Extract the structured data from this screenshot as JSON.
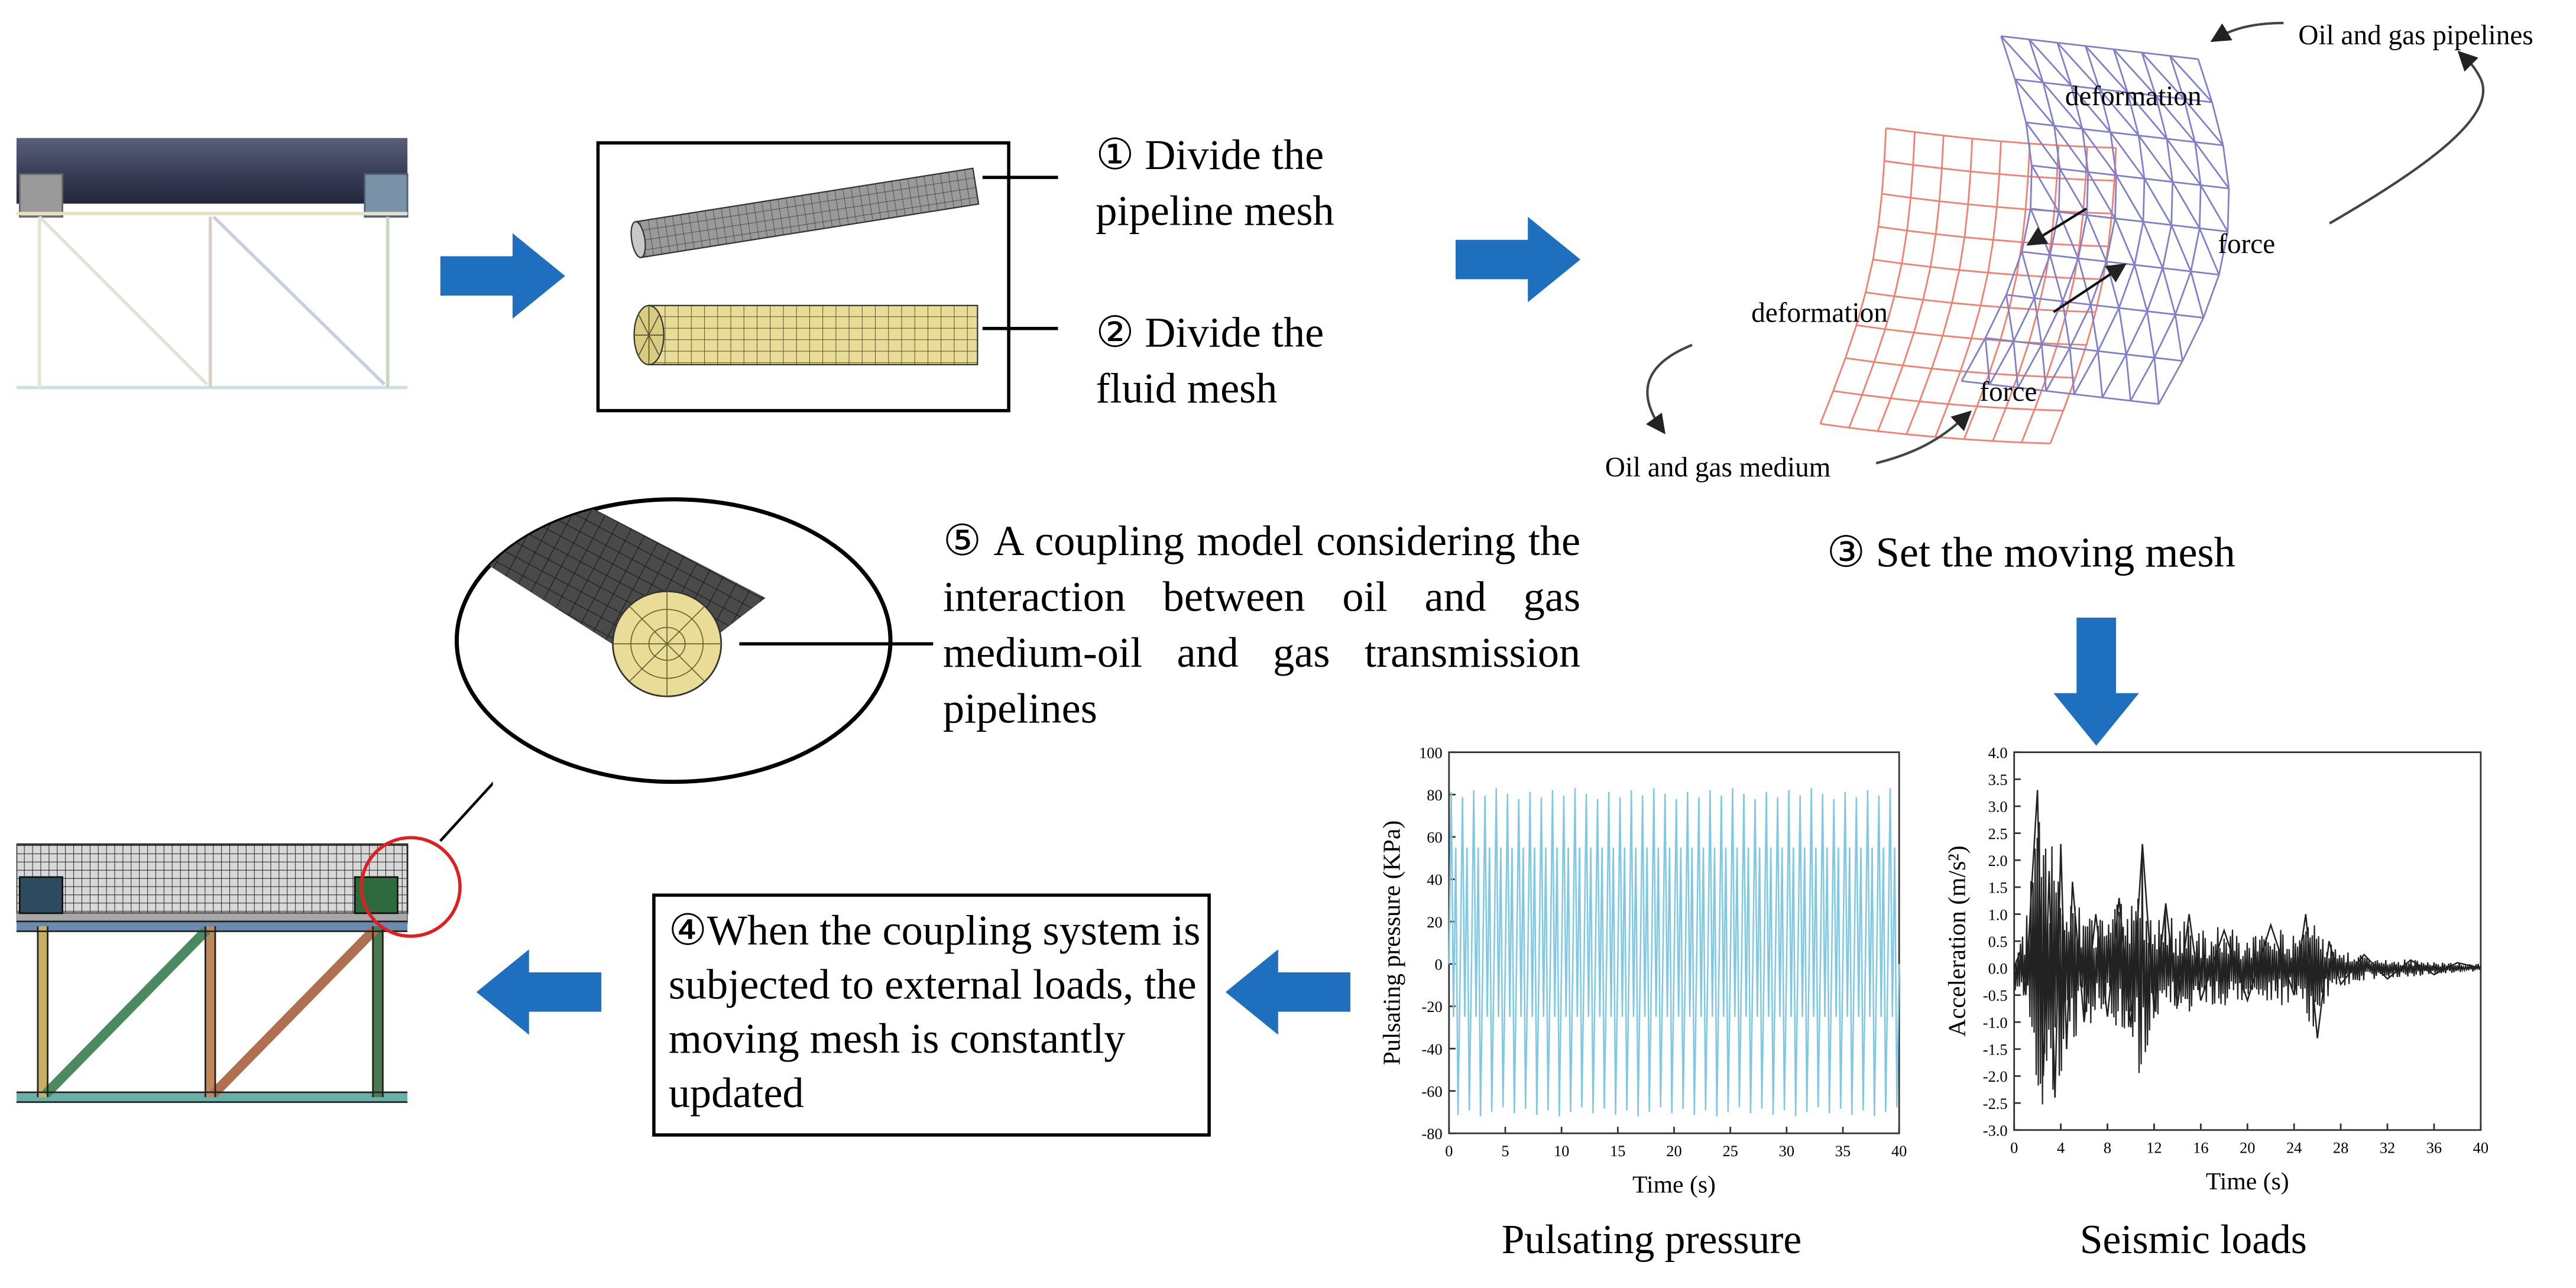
{
  "steps": {
    "s1": {
      "marker": "①",
      "text": "Divide the pipeline mesh"
    },
    "s2": {
      "marker": "②",
      "text": "Divide the fluid mesh"
    },
    "s3": {
      "marker": "③",
      "text": "Set the moving mesh"
    },
    "s4": {
      "marker": "④",
      "text": "When the coupling system is subjected to external loads, the moving mesh is constantly updated"
    },
    "s5": {
      "marker": "⑤",
      "text": "A coupling model considering the interaction between oil and gas medium-oil and gas transmission pipelines"
    }
  },
  "moving_mesh_labels": {
    "deformation_top": "deformation",
    "deformation_left": "deformation",
    "force_right": "force",
    "force_bottom": "force",
    "pipelines": "Oil and gas pipelines",
    "medium": "Oil and gas medium"
  },
  "colors": {
    "arrow": "#1f6fbf",
    "fluid_mesh": "#e8dc96",
    "pipe_mesh": "#8c8c8c",
    "pressure_line": "#7ec8e3",
    "seismic_line": "#222222",
    "highlight_circle": "#e02020",
    "medium_mesh": "#f08070",
    "pipeline_mesh": "#8080c8"
  },
  "chart_data": [
    {
      "type": "line",
      "caption": "Pulsating pressure",
      "xlabel": "Time (s)",
      "ylabel": "Pulsating pressure (KPa)",
      "xlim": [
        0,
        40
      ],
      "ylim": [
        -80,
        100
      ],
      "xticks": [
        "0",
        "5",
        "10",
        "15",
        "20",
        "25",
        "30",
        "35",
        "40"
      ],
      "yticks": [
        "-80",
        "-60",
        "-40",
        "-20",
        "0",
        "20",
        "40",
        "60",
        "80",
        "100"
      ],
      "signal": {
        "kind": "periodic",
        "period_s": 0.8,
        "max": 83,
        "min": -72,
        "mid_peaks": [
          55,
          -25
        ]
      }
    },
    {
      "type": "line",
      "caption": "Seismic loads",
      "xlabel": "Time (s)",
      "ylabel": "Acceleration (m/s²)",
      "xlim": [
        0,
        40
      ],
      "ylim": [
        -3.0,
        4.0
      ],
      "xticks": [
        "0",
        "4",
        "8",
        "12",
        "16",
        "20",
        "24",
        "28",
        "32",
        "36",
        "40"
      ],
      "yticks": [
        "-3.0",
        "-2.5",
        "-2.0",
        "-1.5",
        "-1.0",
        "-0.5",
        "0.0",
        "0.5",
        "1.0",
        "1.5",
        "2.0",
        "2.5",
        "3.0",
        "3.5",
        "4.0"
      ],
      "x": [
        0,
        0.5,
        1,
        1.5,
        2,
        2.5,
        3,
        3.5,
        4,
        4.5,
        5,
        6,
        7,
        8,
        9,
        10,
        11,
        12,
        13,
        14,
        15,
        16,
        18,
        20,
        22,
        24,
        25,
        26,
        27,
        28,
        30,
        32,
        34,
        36,
        38,
        40
      ],
      "y": [
        0,
        0.3,
        -0.5,
        1.5,
        3.3,
        -2.0,
        1.8,
        -2.4,
        2.3,
        -1.5,
        1.6,
        -1.0,
        1.0,
        -0.9,
        1.3,
        -1.1,
        2.3,
        -0.8,
        1.2,
        -0.7,
        1.0,
        -0.6,
        0.7,
        -0.6,
        0.8,
        -0.5,
        1.0,
        -1.3,
        0.5,
        -0.3,
        0.25,
        -0.2,
        0.15,
        -0.12,
        0.1,
        0.0
      ],
      "peak_abs": [
        0.4,
        0.6,
        1.0,
        1.8,
        3.3,
        2.4,
        2.0,
        2.6,
        2.3,
        1.8,
        1.6,
        1.1,
        1.0,
        0.9,
        1.3,
        1.1,
        2.3,
        0.9,
        1.2,
        0.8,
        1.0,
        0.7,
        0.8,
        0.6,
        0.8,
        0.6,
        1.0,
        1.3,
        0.5,
        0.35,
        0.25,
        0.2,
        0.16,
        0.12,
        0.1,
        0.08
      ]
    }
  ]
}
